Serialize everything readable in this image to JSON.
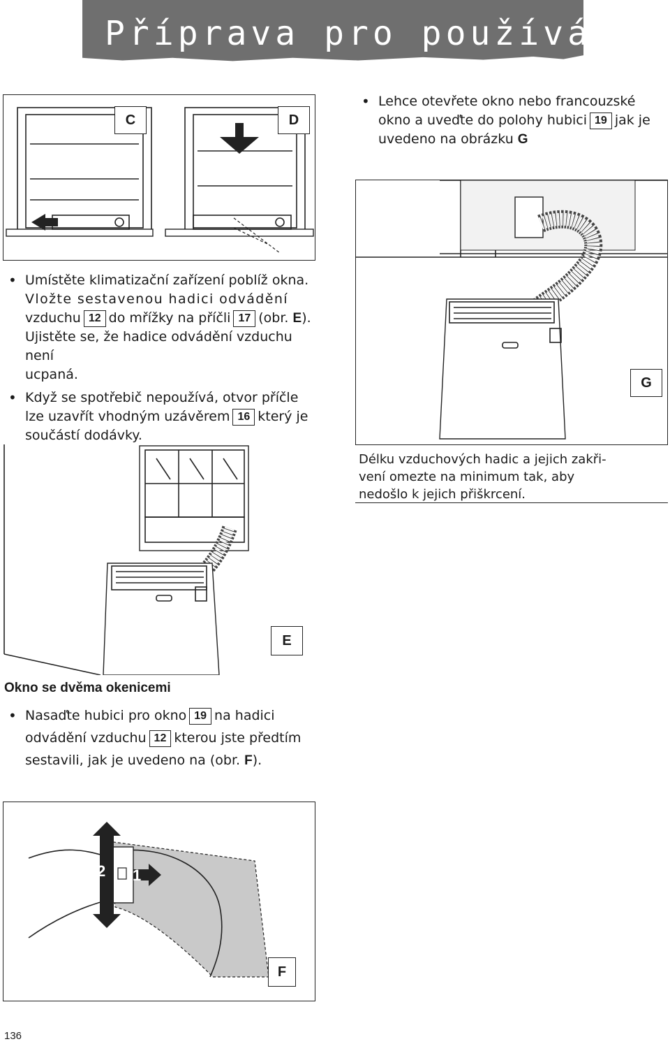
{
  "header": {
    "title": "Příprava pro používání"
  },
  "figures": {
    "C": "C",
    "D": "D",
    "E": "E",
    "F": "F",
    "G": "G"
  },
  "right_top": {
    "line1": "Lehce otevřete okno nebo francouzské",
    "line2_a": "okno a uveďte do polohy hubici",
    "ref19": "19",
    "line2_b": "jak je",
    "line3_a": "uvedeno na obrázku",
    "line3_b": "G"
  },
  "left_block": {
    "b1_l1": "Umístěte klimatizační zařízení poblíž okna.",
    "b1_l2": "Vložte sestavenou hadici odvádění",
    "b1_l3_a": "vzduchu",
    "ref12": "12",
    "b1_l3_b": "do mřížky na příčli",
    "ref17": "17",
    "b1_l3_c": "(obr.",
    "b1_l3_d": "E",
    "b1_l3_e": ").",
    "b1_l4": "Ujistěte se, že hadice odvádění vzduchu není",
    "b1_l5": "ucpaná.",
    "b2_l1": "Když se spotřebič nepoužívá, otvor příčle",
    "b2_l2_a": "lze uzavřít vhodným uzávěrem",
    "ref16": "16",
    "b2_l2_b": "který je",
    "b2_l3": "součástí dodávky."
  },
  "note_g": {
    "l1": "Délku vzduchových hadic a jejich zakři-",
    "l2": "vení omezte na minimum tak, aby",
    "l3": "nedošlo k jejich přiškrcení."
  },
  "section2": {
    "heading": "Okno se dvěma okenicemi",
    "l1_a": "Nasaďte hubici pro okno",
    "ref19": "19",
    "l1_b": "na hadici",
    "l2_a": "odvádění vzduchu",
    "ref12": "12",
    "l2_b": "kterou jste předtím",
    "l3_a": "sestavili, jak je uvedeno na (obr.",
    "l3_b": "F",
    "l3_c": ")."
  },
  "fig_f_labels": {
    "n2": "2",
    "n1": "1"
  },
  "page_number": "136"
}
